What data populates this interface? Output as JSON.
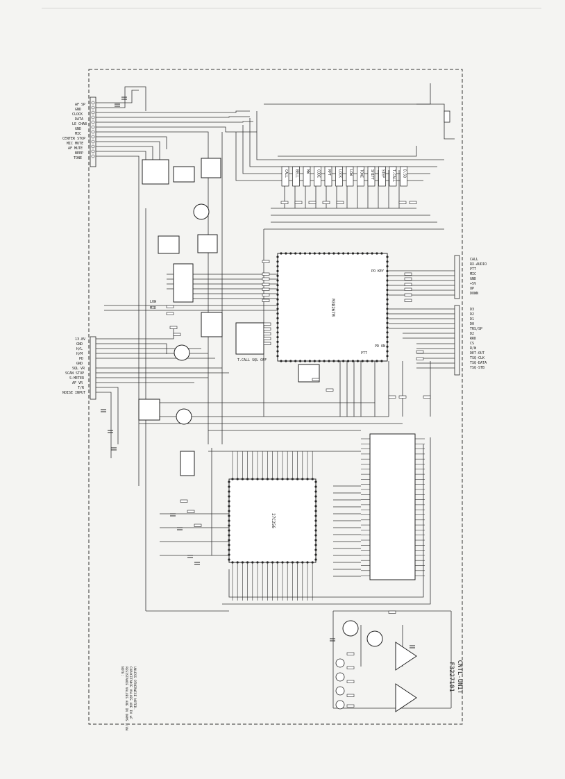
{
  "left_connector": {
    "labels": [
      "AF SP",
      "GND",
      "CLOCK",
      "DATA",
      "LE CHAB",
      "GND",
      "MIC",
      "CENTER STOP",
      "MIC MUTE",
      "AF MUTE",
      "BEEP",
      "TONE"
    ]
  },
  "mid_connector": {
    "labels": [
      "13.8V",
      "GND",
      "H/L",
      "H/M",
      "PD",
      "GND",
      "SQL VR",
      "SCAN STOP",
      "S-METER",
      "AF VR",
      "T/R",
      "NOISE INPUT"
    ]
  },
  "right_connector_top": {
    "labels": [
      "CALL",
      "RX-AUDIO",
      "PTT",
      "MIC",
      "GND",
      "+5V",
      "UP",
      "DOWN"
    ]
  },
  "right_connector_bottom": {
    "labels": [
      "D3",
      "D2",
      "D1",
      "D0",
      "TRS/SP",
      "D2",
      "RRD",
      "CS",
      "R/W",
      "DET-OUT",
      "TSQ-CLK",
      "TSQ-DATA",
      "TSQ-STB"
    ]
  },
  "key_switches": [
    "CALL",
    "BELL",
    "MW",
    "CODE",
    "RPT",
    "LOCK",
    "LOW",
    "TONE",
    "SHIFT",
    "STEP",
    "T.CALL",
    "D.SQ"
  ],
  "cpu_label": "M38267M",
  "rom_label": "27C256",
  "annotations": [
    "PO KEY",
    "LOW",
    "MID",
    "T.CALL SQL OFF",
    "PD ON",
    "PTT"
  ],
  "title_block": {
    "title": "CNTL-UNIT",
    "number": "F3227101"
  },
  "notes": [
    "NOTE:",
    "RESISTANCE VALUES ARE IN OHMS 1/4W",
    "CAPACITANCE VALUES ARE IN uF",
    "UNLESS OTHERWISE NOTED."
  ]
}
